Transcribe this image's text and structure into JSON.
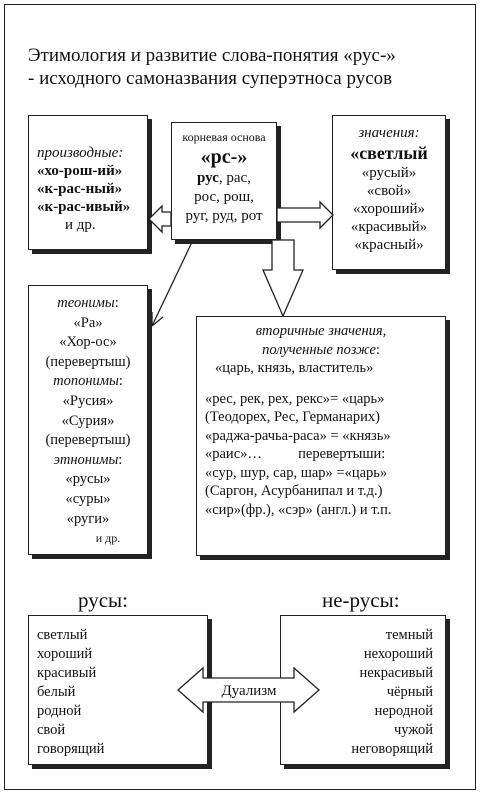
{
  "title": {
    "line1": "Этимология и развитие слова-понятия «рус-»",
    "line2": "- исходного самоназвания суперэтноса русов"
  },
  "derivatives": {
    "heading": "производные:",
    "items": [
      "«хо-рош-ий»",
      "«к-рас-ный»",
      "«к-рас-ивый»"
    ],
    "etc": "и др."
  },
  "root": {
    "label": "корневая основа",
    "root": "«рс-»",
    "line1_bold": "рус",
    "line1_rest": ", рас,",
    "line2": "рос, рош,",
    "line3": "руг, руд, рот"
  },
  "meanings": {
    "heading": "значения:",
    "main": "«светлый",
    "items": [
      "«русый»",
      "«свой»",
      "«хороший»",
      "«красивый»",
      "«красный»"
    ]
  },
  "names": {
    "theonyms_head": "теонимы",
    "theonyms_colon": ":",
    "theonyms": [
      "«Ра»",
      "«Хор-ос»"
    ],
    "theonyms_note": "(перевертыш)",
    "toponyms_head": "топонимы",
    "toponyms_colon": ":",
    "toponyms": [
      "«Русия»",
      "«Сурия»"
    ],
    "toponyms_note": "(перевертыш)",
    "ethnonyms_head": "этнонимы",
    "ethnonyms_colon": ":",
    "ethnonyms": [
      "«русы»",
      "«суры»",
      "«руги»"
    ],
    "etc": "и др."
  },
  "secondary": {
    "heading1": "вторичные значения,",
    "heading2": "полученные позже",
    "heading_colon": ":",
    "summary": "«царь, князь, властитель»",
    "lines": [
      "«рес, рек, рех, рекс»= «царь»",
      "(Теодорех, Рес, Германарих)",
      "«раджа-рачьа-раса» = «князь»",
      "«раис»…          перевертыши:",
      "«сур, шур, сар, шар» =«царь»",
      "(Саргон, Асурбанипал и т.д.)",
      "«сир»(фр.), «сэр» (англ.) и т.п."
    ]
  },
  "dualism": {
    "rus_head": "русы:",
    "nerus_head": "не-русы:",
    "rus_items": [
      "светлый",
      "хороший",
      "красивый",
      "белый",
      "родной",
      "свой",
      "говорящий"
    ],
    "nerus_items": [
      "темный",
      "нехороший",
      "некрасивый",
      "чёрный",
      "неродной",
      "чужой",
      "неговорящий"
    ],
    "label": "Дуализм"
  }
}
